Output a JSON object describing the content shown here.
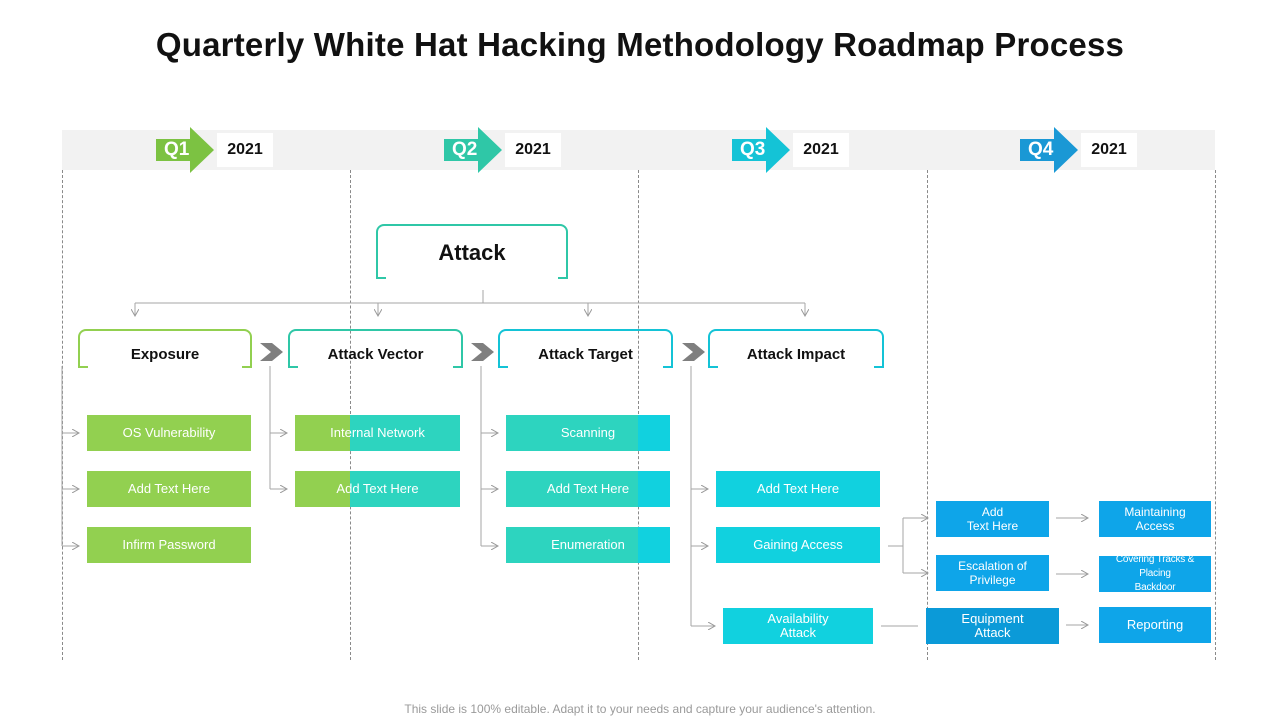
{
  "title": "Quarterly White Hat Hacking Methodology Roadmap Process",
  "quarters": [
    {
      "label": "Q1",
      "year": "2021",
      "color": "#7cc242"
    },
    {
      "label": "Q2",
      "year": "2021",
      "color": "#2fc7a7"
    },
    {
      "label": "Q3",
      "year": "2021",
      "color": "#14c3d6"
    },
    {
      "label": "Q4",
      "year": "2021",
      "color": "#1a98d5"
    }
  ],
  "root": "Attack",
  "categories": [
    "Exposure",
    "Attack Vector",
    "Attack Target",
    "Attack Impact"
  ],
  "exposure": [
    "OS  Vulnerability",
    "Add Text Here",
    "Infirm Password"
  ],
  "vector": [
    "Internal Network",
    "Add Text Here"
  ],
  "target": [
    "Scanning",
    "Add Text Here",
    "Enumeration"
  ],
  "impact": [
    "Add Text Here",
    "Gaining Access",
    "Availability\nAttack"
  ],
  "q4": {
    "col1": [
      "Add\nText Here",
      "Escalation of\nPrivilege",
      "Equipment\nAttack"
    ],
    "col2": [
      "Maintaining\nAccess",
      "Covering Tracks & Placing\nBackdoor",
      "Reporting"
    ]
  },
  "footer": "This slide is 100% editable. Adapt it to your needs and capture your audience's attention."
}
